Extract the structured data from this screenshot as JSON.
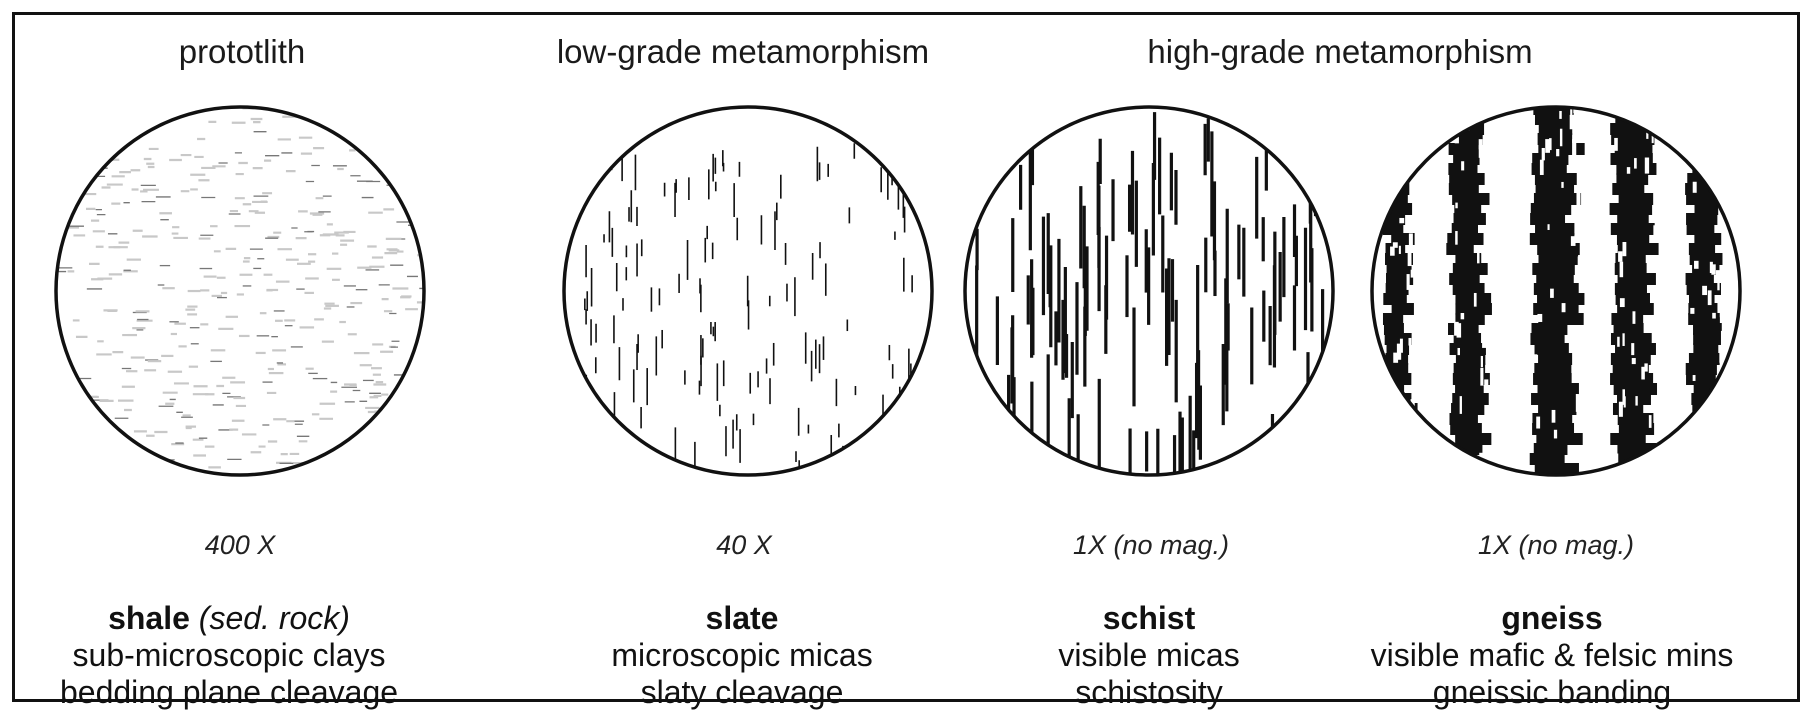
{
  "headers": {
    "protolith": "prototlith",
    "low_grade": "low-grade metamorphism",
    "high_grade": "high-grade metamorphism"
  },
  "colors": {
    "ink": "#111111",
    "clay": "#c8c8c8",
    "clay_dark": "#777777"
  },
  "panels": [
    {
      "magnification": "400 X",
      "name": "shale",
      "name_note": "(sed. rock)",
      "line1": "sub-microscopic clays",
      "line2": "bedding plane cleavage",
      "texture": "horizontal-clay-dashes"
    },
    {
      "magnification": "40 X",
      "name": "slate",
      "name_note": "",
      "line1": "microscopic micas",
      "line2": "slaty cleavage",
      "texture": "short-vertical-micas"
    },
    {
      "magnification": "1X (no mag.)",
      "name": "schist",
      "name_note": "",
      "line1": "visible micas",
      "line2": "schistosity",
      "texture": "long-vertical-micas"
    },
    {
      "magnification": "1X (no mag.)",
      "name": "gneiss",
      "name_note": "",
      "line1": "visible mafic & felsic mins",
      "line2": "gneissic banding",
      "texture": "vertical-banding"
    }
  ]
}
